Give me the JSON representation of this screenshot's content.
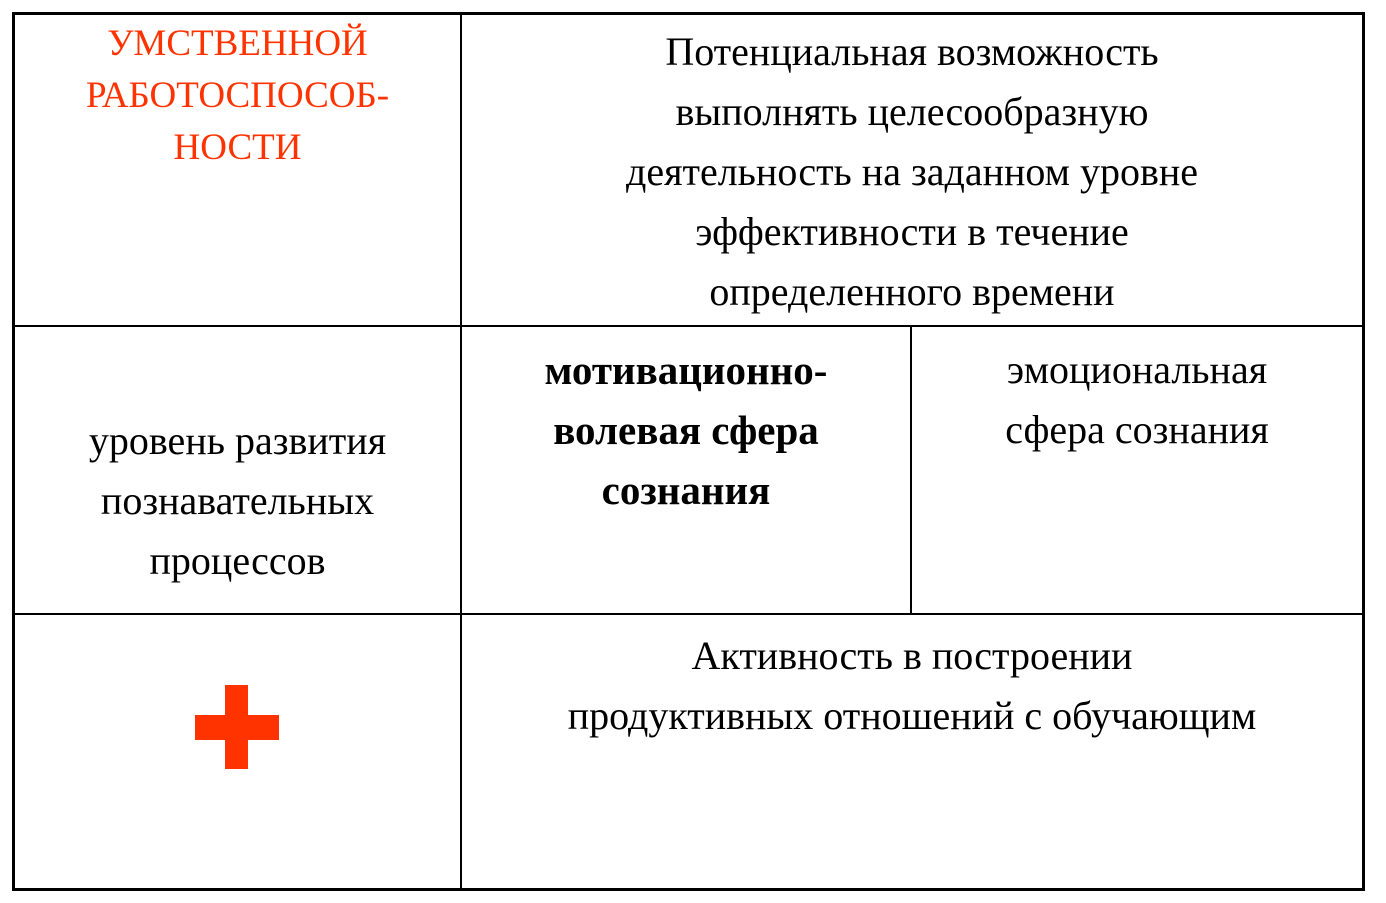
{
  "title_cell": {
    "lines": [
      "УМСТВЕННОЙ",
      "РАБОТОСПОСОБ-",
      "НОСТИ"
    ],
    "color": "#ff3300"
  },
  "definition": {
    "lines": [
      "Потенциальная  возможность",
      "выполнять целесообразную",
      "деятельность на заданном уровне",
      "эффективности в течение",
      "определенного времени"
    ]
  },
  "cognitive": {
    "lines": [
      "уровень развития",
      "познавательных",
      "процессов"
    ]
  },
  "motivational": {
    "lines": [
      "мотивационно-",
      "волевая сфера",
      "сознания"
    ]
  },
  "emotional": {
    "lines": [
      "эмоциональная",
      "сфера сознания"
    ]
  },
  "plus_icon": {
    "name": "plus-icon",
    "color": "#ff3300"
  },
  "activity": {
    "lines": [
      "Активность  в построении",
      "продуктивных отношений с обучающим"
    ]
  }
}
